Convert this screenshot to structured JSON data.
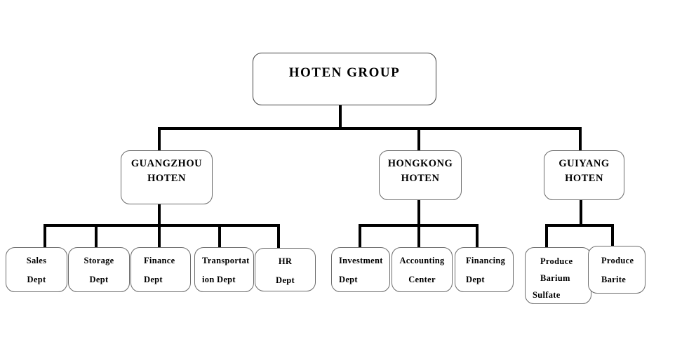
{
  "title": "HOTEN GROUP organization chart",
  "colors": {
    "line": "#000000",
    "border_dark": "#3f3f3f",
    "border_gray": "#6b6b6b",
    "text": "#000000",
    "bg": "#ffffff"
  },
  "nodes": {
    "root": {
      "label": "HOTEN GROUP"
    },
    "guangzhou": {
      "lines": [
        "GUANGZHOU",
        "HOTEN"
      ]
    },
    "hongkong": {
      "lines": [
        "HONGKONG",
        "HOTEN"
      ]
    },
    "guiyang": {
      "lines": [
        "GUIYANG",
        "HOTEN"
      ]
    },
    "sales": {
      "lines": [
        "Sales",
        "Dept"
      ]
    },
    "storage": {
      "lines": [
        "Storage",
        "Dept"
      ]
    },
    "finance": {
      "lines": [
        "Finance",
        "Dept"
      ]
    },
    "transportation": {
      "lines": [
        "Transportat",
        "ion Dept"
      ]
    },
    "hr": {
      "lines": [
        "HR",
        "Dept"
      ]
    },
    "investment": {
      "lines": [
        "Investment",
        "Dept"
      ]
    },
    "accounting": {
      "lines": [
        "Accounting",
        "Center"
      ]
    },
    "financing": {
      "lines": [
        "Financing",
        "Dept"
      ]
    },
    "produce_barium_sulfate": {
      "lines": [
        "Produce",
        "Barium",
        "Sulfate"
      ]
    },
    "produce_barite": {
      "lines": [
        "Produce",
        "Barite"
      ]
    }
  }
}
